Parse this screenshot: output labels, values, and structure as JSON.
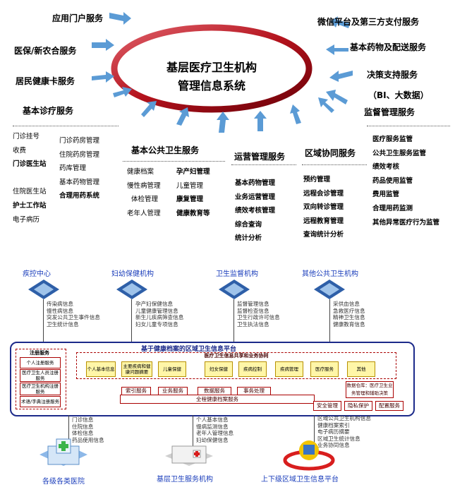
{
  "center_title": [
    "基层医疗卫生机构",
    "管理信息系统"
  ],
  "top_left_services": [
    "应用门户服务",
    "医保/新农合服务",
    "居民健康卡服务",
    "基本诊疗服务"
  ],
  "top_right_services": [
    "微信平台及第三方支付服务",
    "基本药物及配送服务",
    "决策支持服务",
    "（BI、大数据）",
    "监督管理服务"
  ],
  "mid_services": {
    "public_health": "基本公共卫生服务",
    "operations": "运营管理服务",
    "regional": "区域协同服务"
  },
  "clinic_col1": [
    "门诊挂号",
    "收费",
    "门诊医生站",
    "",
    "住院医生站",
    "护士工作站",
    "电子病历"
  ],
  "clinic_col2": [
    "门诊药房管理",
    "住院药房管理",
    "药库管理",
    "基本药物管理",
    "合理用药系统"
  ],
  "ph_col1": [
    "健康档案",
    "慢性病管理",
    "体检管理",
    "老年人管理"
  ],
  "ph_col2": [
    "孕产妇管理",
    "儿童管理",
    "康复管理",
    "健康教育等"
  ],
  "ops_items": [
    "基本药物管理",
    "业务运营管理",
    "绩效考核管理",
    "综合查询",
    "统计分析"
  ],
  "reg_items": [
    "预约管理",
    "远程会诊管理",
    "双向转诊管理",
    "远程教育管理",
    "查询统计分析"
  ],
  "sup_items": [
    "医疗服务监管",
    "公共卫生服务监管",
    "绩效考核",
    "药品使用监管",
    "费用监管",
    "合理用药监测",
    "其他异常医疗行为监管"
  ],
  "orgs": [
    "疾控中心",
    "妇幼保健机构",
    "卫生监督机构",
    "其他公共卫生机构"
  ],
  "org_lists": [
    [
      "传染病信息",
      "慢性病信息",
      "突发公共卫生事件信息",
      "卫生统计信息"
    ],
    [
      "孕产妇保健信息",
      "儿童健康管理信息",
      "新生儿疾病筛查信息",
      "妇女儿童专项信息"
    ],
    [
      "监督管理信息",
      "监督检查信息",
      "卫生行政许可信息",
      "卫生执法信息"
    ],
    [
      "采供血信息",
      "急救医疗信息",
      "精神卫生信息",
      "健康教育信息"
    ]
  ],
  "platform": {
    "title": "基于健康档案的区域卫生信息平台",
    "registry": [
      "注册服务",
      "个人注册服务",
      "医疗卫生人员注册服务",
      "医疗卫生机构注册服务",
      "术语/字典注册服务"
    ],
    "collab_title": "医疗卫生信息共享和业务协同",
    "collab_boxes": [
      "个人基本信息",
      "主要疾病和健康问题摘要",
      "儿童保健",
      "妇女保健",
      "疾病控制",
      "疾病管理",
      "医疗服务",
      "其他"
    ],
    "services": [
      "索引服务",
      "业务服务",
      "数据服务",
      "事务处理"
    ],
    "ehr_store": "全程健康档案服务",
    "warehouse": "数据仓库：医疗卫生业务管理和辅助决策",
    "bottom_boxes": [
      "安全管理",
      "隐私保护",
      "配置服务"
    ]
  },
  "bottom_lists": [
    [
      "门诊信息",
      "住院信息",
      "体检信息",
      "药品使用信息"
    ],
    [
      "个人基本信息",
      "慢病监测信息",
      "老年人管理信息",
      "妇幼保健信息"
    ],
    [
      "区域公共卫生机构信息",
      "健康档案索引",
      "电子病历摘要",
      "区域卫生统计信息",
      "业务协同信息"
    ]
  ],
  "bottom_labels": [
    "各级各类医院",
    "基层卫生服务机构",
    "上下级区域卫生信息平台"
  ],
  "colors": {
    "accent_blue": "#1a3dbb",
    "ring_red": "#b3121c",
    "arrow_blue": "#5b9bd5",
    "platform_border": "#1c2a8a"
  }
}
